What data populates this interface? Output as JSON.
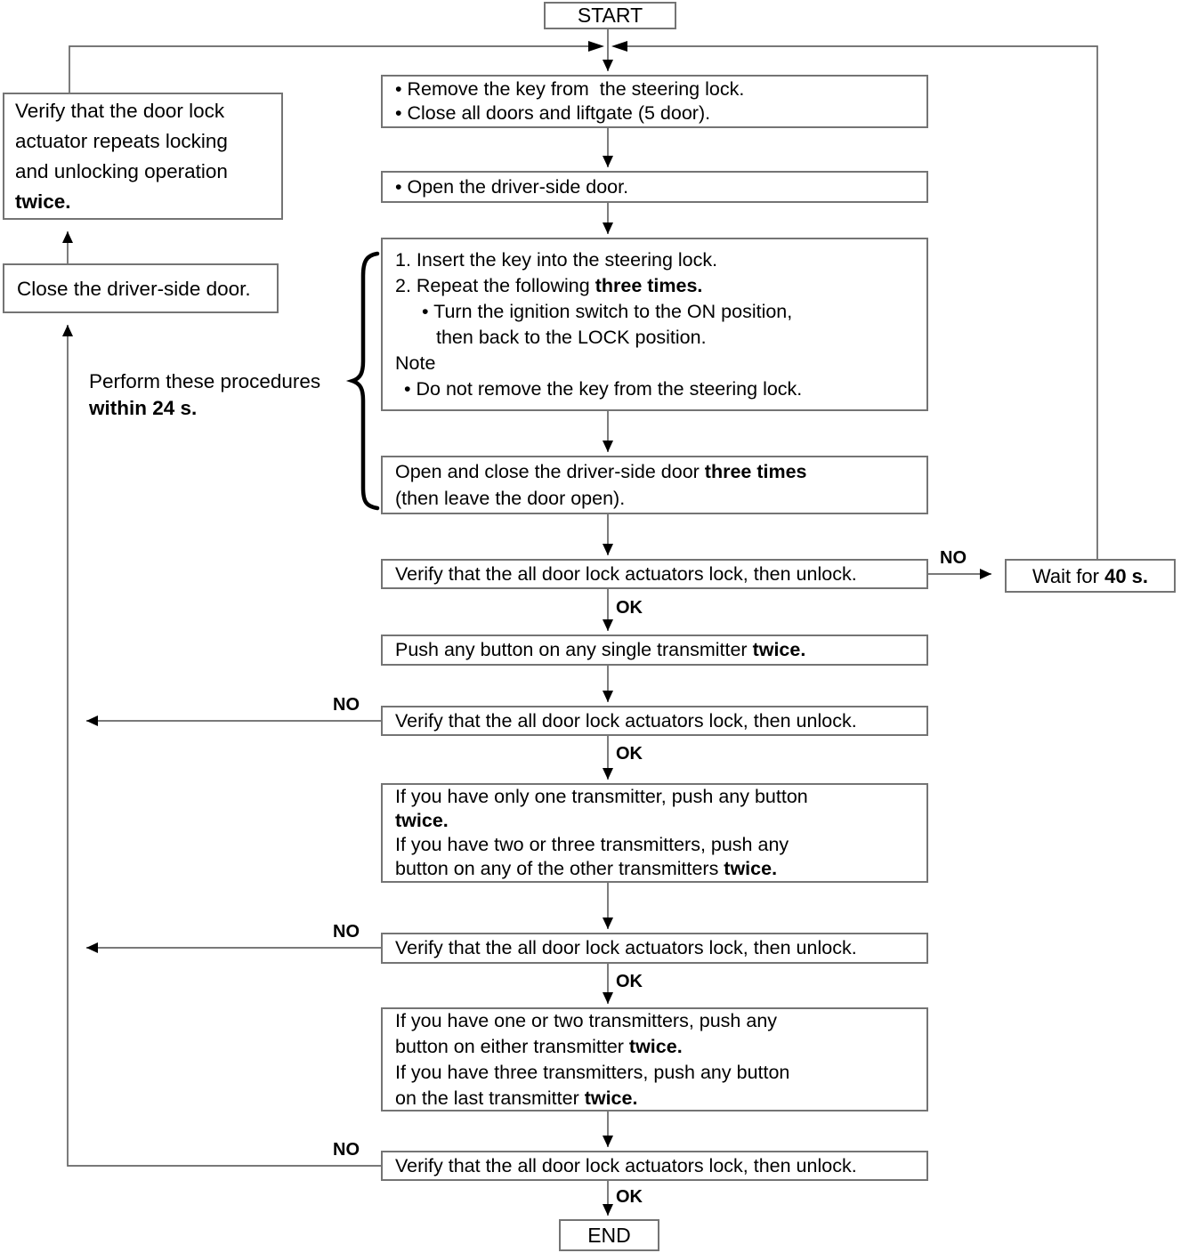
{
  "flowchart": {
    "terminals": {
      "start": "START",
      "end": "END"
    },
    "labels": {
      "ok": "OK",
      "no": "NO"
    },
    "nodes": {
      "remove_key": {
        "lines": [
          {
            "seg": [
              {
                "t": "• Remove the key from  the steering lock."
              }
            ]
          },
          {
            "seg": [
              {
                "t": "• Close all doors and liftgate (5 door)."
              }
            ]
          }
        ]
      },
      "open_driver_door": {
        "lines": [
          {
            "seg": [
              {
                "t": "• Open the driver-side door."
              }
            ]
          }
        ]
      },
      "insert_key": {
        "lines": [
          {
            "seg": [
              {
                "t": "1. Insert the key into the steering lock."
              }
            ]
          },
          {
            "seg": [
              {
                "t": "2. Repeat the following "
              },
              {
                "t": "three times.",
                "b": true
              }
            ]
          },
          {
            "indent": 1,
            "seg": [
              {
                "t": "• Turn the ignition switch to the ON position,"
              }
            ]
          },
          {
            "indent": 2,
            "seg": [
              {
                "t": "then back to the LOCK position."
              }
            ]
          },
          {
            "seg": [
              {
                "t": "Note"
              }
            ]
          },
          {
            "indent": 3,
            "seg": [
              {
                "t": "• Do not remove the key from the steering lock."
              }
            ]
          }
        ]
      },
      "open_close_three": {
        "lines": [
          {
            "seg": [
              {
                "t": "Open and close the driver-side door "
              },
              {
                "t": "three times",
                "b": true
              }
            ]
          },
          {
            "seg": [
              {
                "t": "(then leave the door open)."
              }
            ]
          }
        ]
      },
      "verify_all_lock_1": {
        "lines": [
          {
            "seg": [
              {
                "t": "Verify that the all door lock actuators lock, then unlock."
              }
            ]
          }
        ]
      },
      "wait_40s": {
        "lines": [
          {
            "seg": [
              {
                "t": "Wait for "
              },
              {
                "t": "40 s.",
                "b": true
              }
            ]
          }
        ]
      },
      "push_any_button": {
        "lines": [
          {
            "seg": [
              {
                "t": "Push any button on any single transmitter "
              },
              {
                "t": "twice.",
                "b": true
              }
            ]
          }
        ]
      },
      "verify_all_lock_2": {
        "lines": [
          {
            "seg": [
              {
                "t": "Verify that the all door lock actuators lock, then unlock."
              }
            ]
          }
        ]
      },
      "one_transmitter": {
        "lines": [
          {
            "seg": [
              {
                "t": "If you have only one transmitter, push any button"
              }
            ]
          },
          {
            "seg": [
              {
                "t": "twice.",
                "b": true
              }
            ]
          },
          {
            "seg": [
              {
                "t": "If you have two or three transmitters, push any"
              }
            ]
          },
          {
            "seg": [
              {
                "t": "button on any of the other transmitters "
              },
              {
                "t": "twice.",
                "b": true
              }
            ]
          }
        ]
      },
      "verify_all_lock_3": {
        "lines": [
          {
            "seg": [
              {
                "t": "Verify that the all door lock actuators lock, then unlock."
              }
            ]
          }
        ]
      },
      "one_or_two_transmitters": {
        "lines": [
          {
            "seg": [
              {
                "t": "If you have one or two transmitters, push any"
              }
            ]
          },
          {
            "seg": [
              {
                "t": "button on either transmitter "
              },
              {
                "t": "twice.",
                "b": true
              }
            ]
          },
          {
            "seg": [
              {
                "t": "If you have three transmitters, push any button"
              }
            ]
          },
          {
            "seg": [
              {
                "t": "on the last transmitter "
              },
              {
                "t": "twice.",
                "b": true
              }
            ]
          }
        ]
      },
      "verify_all_lock_4": {
        "lines": [
          {
            "seg": [
              {
                "t": "Verify that the all door lock actuators lock, then unlock."
              }
            ]
          }
        ]
      },
      "left_verify_repeat": {
        "lines": [
          {
            "seg": [
              {
                "t": "Verify that the door lock"
              }
            ]
          },
          {
            "seg": [
              {
                "t": "actuator repeats locking"
              }
            ]
          },
          {
            "seg": [
              {
                "t": "and unlocking operation"
              }
            ]
          },
          {
            "seg": [
              {
                "t": "twice.",
                "b": true
              }
            ]
          }
        ]
      },
      "left_close_door": {
        "lines": [
          {
            "seg": [
              {
                "t": "Close the driver-side door."
              }
            ]
          }
        ]
      },
      "brace_note": {
        "lines": [
          {
            "seg": [
              {
                "t": "Perform these procedures"
              }
            ]
          },
          {
            "seg": [
              {
                "t": "within 24 s.",
                "b": true
              }
            ]
          }
        ]
      }
    }
  }
}
